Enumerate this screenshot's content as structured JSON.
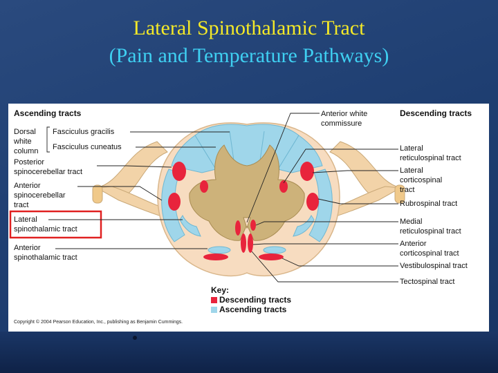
{
  "title": {
    "line1": "Lateral Spinothalamic Tract",
    "line2": "(Pain and Temperature Pathways)"
  },
  "headers": {
    "ascending": "Ascending tracts",
    "descending": "Descending tracts"
  },
  "left_labels": {
    "dorsal_1": "Dorsal",
    "dorsal_2": "white",
    "dorsal_3": "column",
    "gracilis": "Fasciculus gracilis",
    "cuneatus": "Fasciculus cuneatus",
    "post_spcb_1": "Posterior",
    "post_spcb_2": "spinocerebellar tract",
    "ant_spcb_1": "Anterior",
    "ant_spcb_2": "spinocerebellar",
    "ant_spcb_3": "tract",
    "lat_st_1": "Lateral",
    "lat_st_2": "spinothalamic tract",
    "ant_st_1": "Anterior",
    "ant_st_2": "spinothalamic tract"
  },
  "right_labels": {
    "awc_1": "Anterior white",
    "awc_2": "commissure",
    "lat_rs_1": "Lateral",
    "lat_rs_2": "reticulospinal tract",
    "lat_cs_1": "Lateral",
    "lat_cs_2": "corticospinal",
    "lat_cs_3": "tract",
    "rubro": "Rubrospinal tract",
    "med_rs_1": "Medial",
    "med_rs_2": "reticulospinal tract",
    "ant_cs_1": "Anterior",
    "ant_cs_2": "corticospinal tract",
    "vest": "Vestibulospinal tract",
    "tecto": "Tectospinal tract"
  },
  "key": {
    "title": "Key:",
    "descending": "Descending tracts",
    "ascending": "Ascending tracts"
  },
  "copyright": "Copyright © 2004 Pearson Education, Inc., publishing as Benjamin Cummings.",
  "colors": {
    "title_yellow": "#f4e928",
    "title_cyan": "#3fd0f2",
    "descending_red": "#e8243c",
    "ascending_blue": "#9fd6ea",
    "white_matter": "#f7dcc0",
    "grey_matter": "#cdb27a",
    "highlight_box": "#e02020"
  }
}
